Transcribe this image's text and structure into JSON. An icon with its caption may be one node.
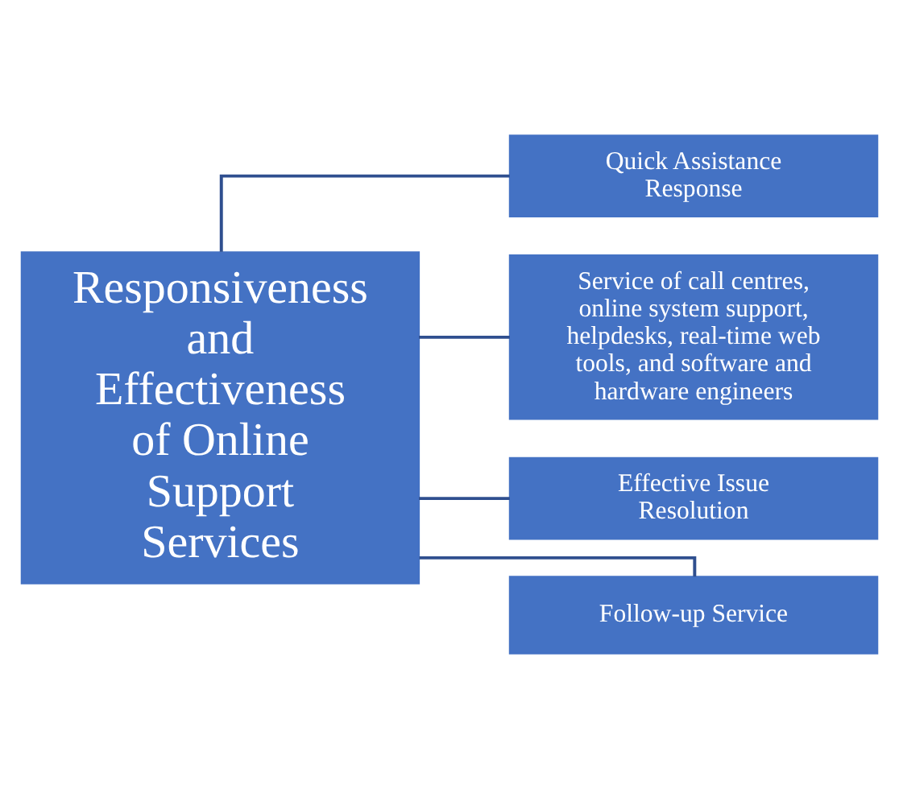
{
  "diagram": {
    "nodes": [
      {
        "text": [
          "Responsiveness and Effectiveness of Online Support Services"
        ]
      },
      {
        "text": [
          "Quick Assistance Response"
        ]
      },
      {
        "text": [
          "Service of call centres, online system support, helpdesks, real-time web tools, and software and hardware engineers"
        ]
      },
      {
        "text": [
          "Effective Issue Resolution"
        ]
      },
      {
        "text": [
          "Follow-up Service"
        ]
      }
    ],
    "edges": [
      {
        "from": 0,
        "to": 1,
        "arrow": "none"
      },
      {
        "from": 0,
        "to": 2,
        "arrow": "none"
      },
      {
        "from": 0,
        "to": 3,
        "arrow": "none"
      },
      {
        "from": 0,
        "to": 4,
        "arrow": "none"
      }
    ]
  }
}
